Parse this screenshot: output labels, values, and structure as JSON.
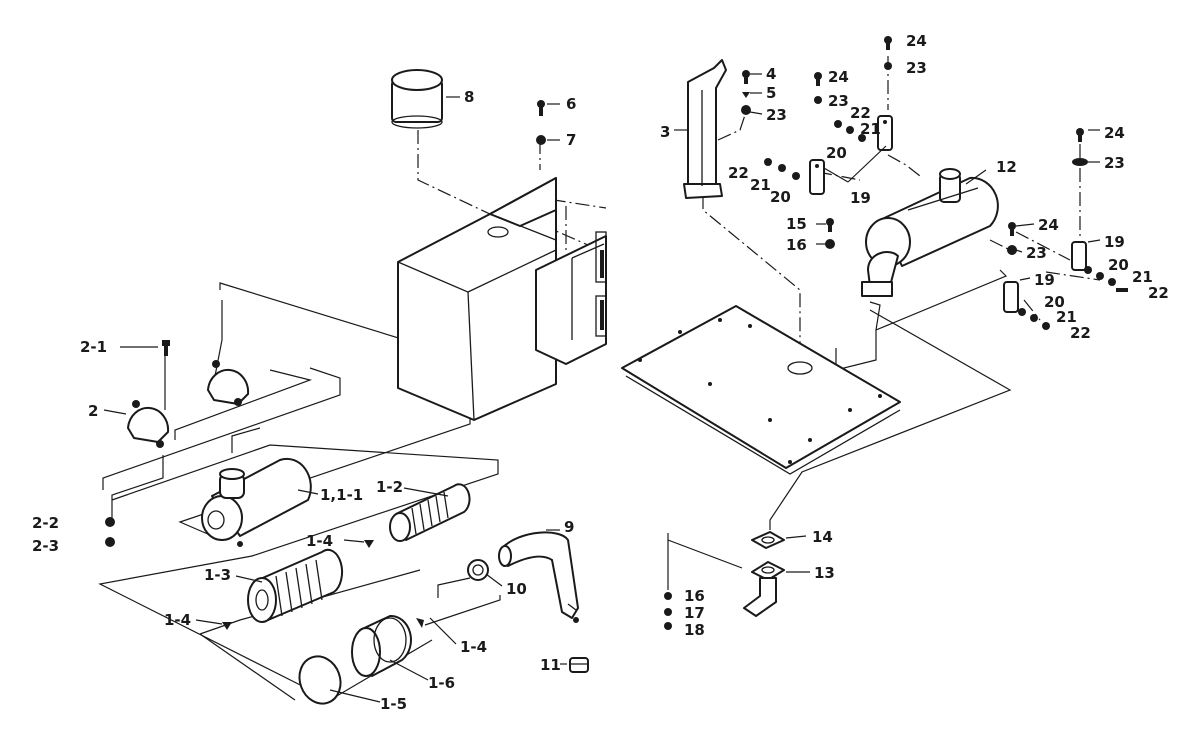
{
  "labels": {
    "l_2_1": "2-1",
    "l_2": "2",
    "l_2_2": "2-2",
    "l_2_3": "2-3",
    "l_1": "1,1-1",
    "l_1_2": "1-2",
    "l_1_3": "1-3",
    "l_1_4a": "1-4",
    "l_1_4b": "1-4",
    "l_1_4c": "1-4",
    "l_1_5": "1-5",
    "l_1_6": "1-6",
    "l_8": "8",
    "l_6": "6",
    "l_7": "7",
    "l_9": "9",
    "l_10": "10",
    "l_11": "11",
    "l_3": "3",
    "l_4": "4",
    "l_5": "5",
    "l_23a": "23",
    "l_24a": "24",
    "l_23b": "23",
    "l_22a": "22",
    "l_21a": "21",
    "l_20a": "20",
    "l_22b": "22",
    "l_21b": "21",
    "l_20b": "20",
    "l_19a": "19",
    "l_24b": "24",
    "l_23c": "23",
    "l_24c": "24",
    "l_23d": "23",
    "l_12": "12",
    "l_15": "15",
    "l_16a": "16",
    "l_24d": "24",
    "l_23e": "23",
    "l_19b": "19",
    "l_20c": "20",
    "l_21c": "21",
    "l_22c": "22",
    "l_19c": "19",
    "l_20d": "20",
    "l_21d": "21",
    "l_22d": "22",
    "l_14": "14",
    "l_13": "13",
    "l_16b": "16",
    "l_17": "17",
    "l_18": "18"
  }
}
